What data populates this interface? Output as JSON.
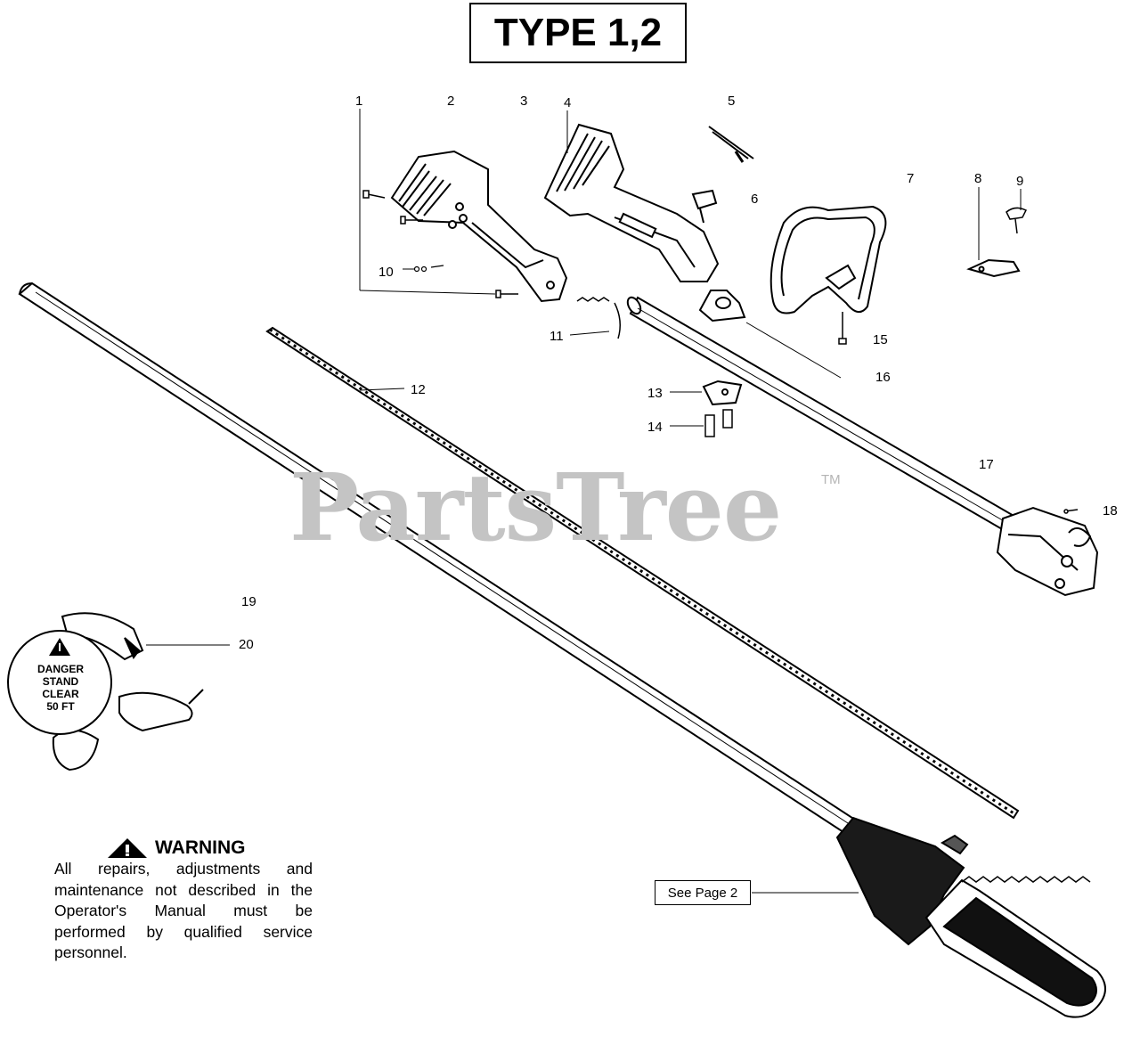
{
  "header": {
    "title": "TYPE 1,2"
  },
  "callouts": [
    "1",
    "2",
    "3",
    "4",
    "5",
    "6",
    "7",
    "8",
    "9",
    "10",
    "11",
    "12",
    "13",
    "14",
    "15",
    "16",
    "17",
    "18",
    "19",
    "20"
  ],
  "watermark": {
    "text": "PartsTree",
    "tm": "TM"
  },
  "decal": {
    "line1": "DANGER",
    "line2": "STAND",
    "line3": "CLEAR",
    "line4": "50 FT"
  },
  "warning": {
    "heading": "WARNING",
    "body": "All repairs, adjustments and maintenance not described in the Operator's Manual must be performed by qualified service personnel."
  },
  "reference": {
    "label": "See Page 2"
  },
  "icons": [
    "warning-triangle-icon"
  ]
}
